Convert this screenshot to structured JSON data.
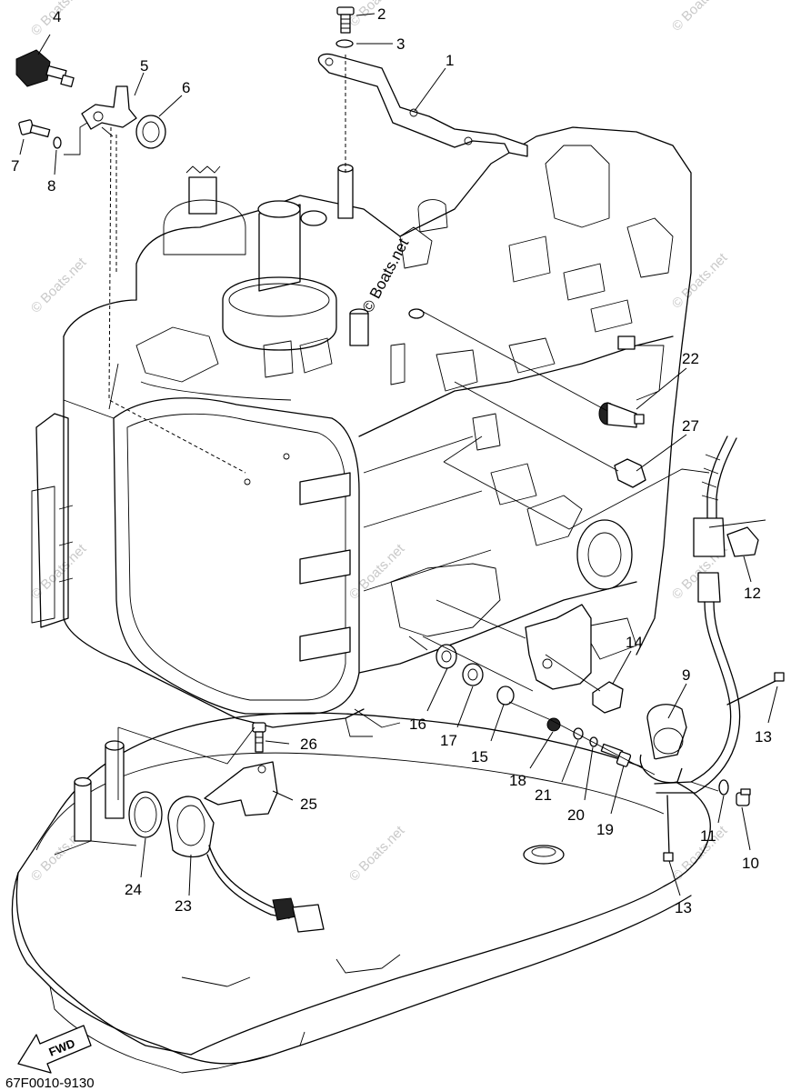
{
  "diagram": {
    "drawing_code": "67F0010-9130",
    "direction_label": "FWD",
    "watermark": "© Boats.net",
    "callouts": [
      {
        "id": "c1",
        "text": "1"
      },
      {
        "id": "c2",
        "text": "2"
      },
      {
        "id": "c3",
        "text": "3"
      },
      {
        "id": "c4",
        "text": "4"
      },
      {
        "id": "c5",
        "text": "5"
      },
      {
        "id": "c6",
        "text": "6"
      },
      {
        "id": "c7",
        "text": "7"
      },
      {
        "id": "c8",
        "text": "8"
      },
      {
        "id": "c9",
        "text": "9"
      },
      {
        "id": "c10",
        "text": "10"
      },
      {
        "id": "c11",
        "text": "11"
      },
      {
        "id": "c12",
        "text": "12"
      },
      {
        "id": "c13a",
        "text": "13"
      },
      {
        "id": "c13b",
        "text": "13"
      },
      {
        "id": "c14",
        "text": "14"
      },
      {
        "id": "c15",
        "text": "15"
      },
      {
        "id": "c16",
        "text": "16"
      },
      {
        "id": "c17",
        "text": "17"
      },
      {
        "id": "c18",
        "text": "18"
      },
      {
        "id": "c19",
        "text": "19"
      },
      {
        "id": "c20",
        "text": "20"
      },
      {
        "id": "c21",
        "text": "21"
      },
      {
        "id": "c22",
        "text": "22"
      },
      {
        "id": "c23",
        "text": "23"
      },
      {
        "id": "c24",
        "text": "24"
      },
      {
        "id": "c25",
        "text": "25"
      },
      {
        "id": "c26",
        "text": "26"
      },
      {
        "id": "c27",
        "text": "27"
      }
    ]
  }
}
